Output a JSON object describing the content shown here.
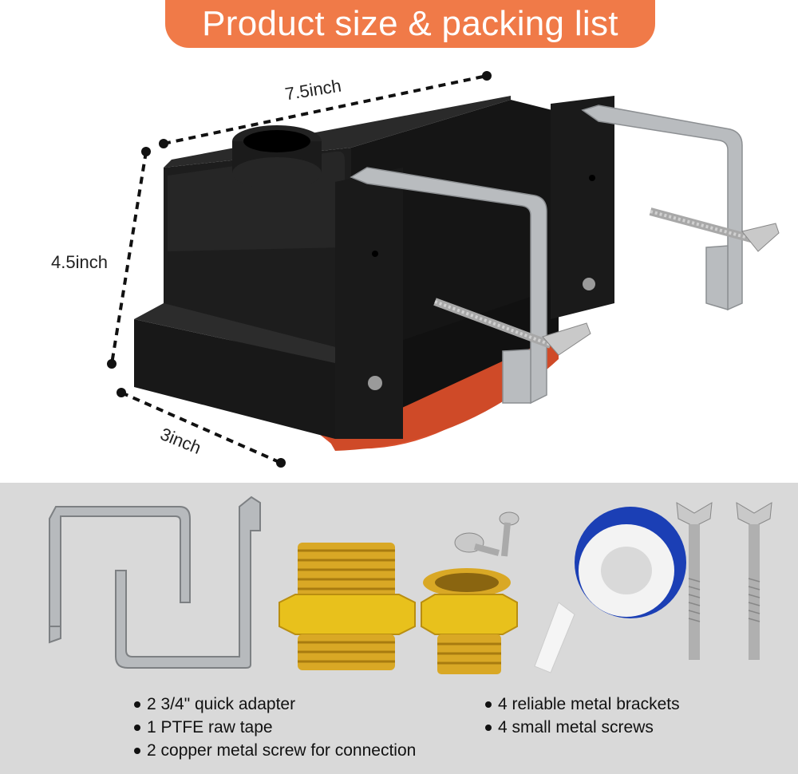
{
  "banner": {
    "title": "Product size & packing list"
  },
  "dimensions": {
    "length": "7.5inch",
    "height": "4.5inch",
    "width": "3inch"
  },
  "packing_list": {
    "left": [
      "2 3/4\" quick adapter",
      "1 PTFE raw tape",
      "2 copper metal screw for connection"
    ],
    "right": [
      "4 reliable metal brackets",
      "4 small metal screws"
    ]
  },
  "colors": {
    "banner": "#f07a48",
    "panel": "#d9d9d9",
    "float_body": "#1c1c1c",
    "float_bottom": "#d9502e",
    "brass": "#d9a825",
    "tape": "#1b3fb5"
  }
}
